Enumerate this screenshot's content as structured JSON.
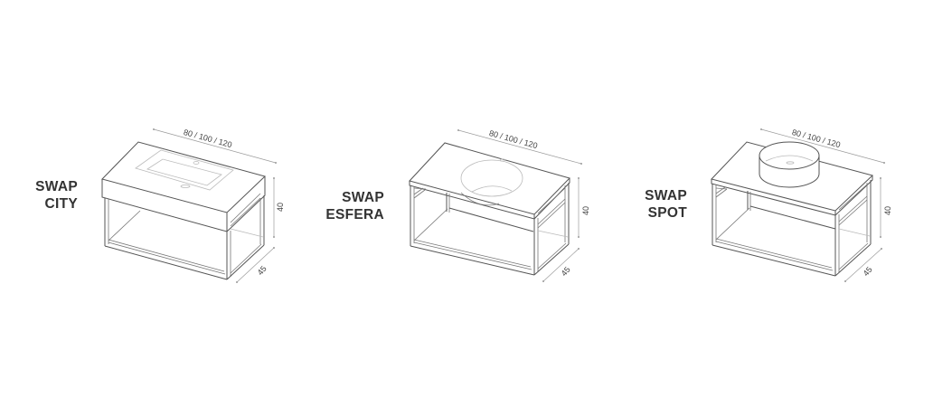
{
  "diagram": {
    "type": "technical-drawing",
    "colors": {
      "line": "#555555",
      "dimension": "#9a9a9a",
      "label": "#333333",
      "background": "#ffffff"
    },
    "products": [
      {
        "id": "city",
        "label_line1": "SWAP",
        "label_line2": "CITY",
        "basin": "integrated-rectangular",
        "dimensions": {
          "width": "80 / 100 / 120",
          "height": "40",
          "depth": "45"
        }
      },
      {
        "id": "esfera",
        "label_line1": "SWAP",
        "label_line2": "ESFERA",
        "basin": "undermount-round",
        "dimensions": {
          "width": "80 / 100 / 120",
          "height": "40",
          "depth": "45"
        }
      },
      {
        "id": "spot",
        "label_line1": "SWAP",
        "label_line2": "SPOT",
        "basin": "countertop-round-bowl",
        "dimensions": {
          "width": "80 / 100 / 120",
          "height": "40",
          "depth": "45"
        }
      }
    ]
  }
}
